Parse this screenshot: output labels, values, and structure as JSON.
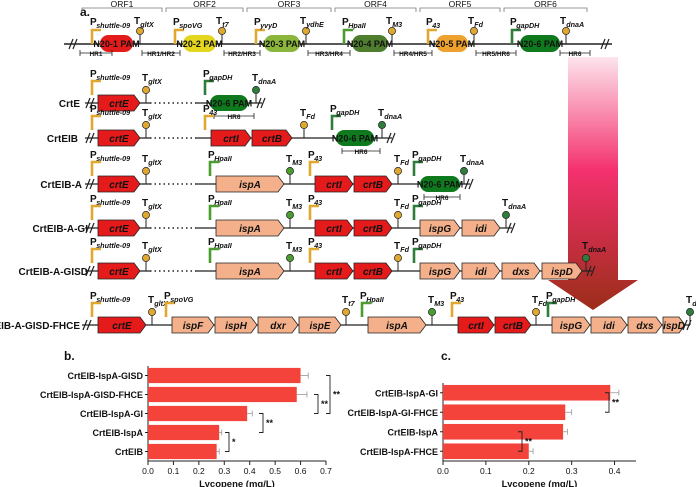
{
  "panel_a": {
    "label": "a.",
    "orfs": [
      "ORF1",
      "ORF2",
      "ORF3",
      "ORF4",
      "ORF5",
      "ORF6"
    ],
    "top_promoters": [
      "P",
      "P",
      "P",
      "P",
      "P",
      "P"
    ],
    "top_promoter_subs": [
      "shuttle-09",
      "spoVG",
      "yvyD",
      "HpaII",
      "43",
      "gapDH"
    ],
    "top_terminators": [
      "T",
      "T",
      "T",
      "T",
      "T",
      "T"
    ],
    "top_terminator_subs": [
      "gltX",
      "t7",
      "ydhE",
      "M3",
      "Fd",
      "dnaA"
    ],
    "top_pams": [
      "N20-1 PAM",
      "N20-2 PAM",
      "N20-3 PAM",
      "N20-4 PAM",
      "N20-5 PAM",
      "N20-6 PAM"
    ],
    "top_hrs": [
      "HR1",
      "HR1/HR2",
      "HR2/HR3",
      "HR3/HR4",
      "HR4/HR5",
      "HR5/HR6",
      "HR6"
    ],
    "constructs": [
      {
        "name": "CrtE"
      },
      {
        "name": "CrtEIB"
      },
      {
        "name": "CrtEIB-A"
      },
      {
        "name": "CrtEIB-A-GI"
      },
      {
        "name": "CrtEIB-A-GISD"
      },
      {
        "name": "CrtEIB-A-GISD-FHCE"
      }
    ],
    "genes": {
      "crtE": "crtE",
      "crtI": "crtI",
      "crtB": "crtB",
      "ispA": "ispA",
      "ispG": "ispG",
      "idi": "idi",
      "dxs": "dxs",
      "ispD": "ispD",
      "ispF": "ispF",
      "ispH": "ispH",
      "dxr": "dxr",
      "ispE": "ispE"
    },
    "promoter_letter": "P",
    "terminator_letter": "T",
    "subs": {
      "shuttle": "shuttle-09",
      "gltX": "gltX",
      "gapDH": "gapDH",
      "dnaA": "dnaA",
      "p43": "43",
      "Fd": "Fd",
      "HpaII": "HpaII",
      "M3": "M3",
      "spoVG": "spoVG",
      "t7": "t7"
    },
    "n20_6": "N20-6 PAM",
    "hr6": "HR6"
  },
  "panel_b": {
    "label": "b.",
    "xlabel": "Lycopene (mg/L)",
    "ticks": [
      "0.0",
      "0.1",
      "0.2",
      "0.3",
      "0.4",
      "0.5",
      "0.6",
      "0.7"
    ],
    "significance": [
      "**",
      "**",
      "**",
      "*"
    ]
  },
  "panel_c": {
    "label": "c.",
    "xlabel": "Lycopene (mg/L)",
    "ticks": [
      "0.0",
      "0.1",
      "0.2",
      "0.3",
      "0.4"
    ],
    "significance": [
      "**",
      "**"
    ]
  },
  "chart_data": [
    {
      "type": "bar",
      "orientation": "horizontal",
      "categories": [
        "CrtEIB-IspA-GISD",
        "CrtEIB-IspA-GISD-FHCE",
        "CrtEIB-IspA-GI",
        "CrtEIB-IspA",
        "CrtEIB"
      ],
      "values": [
        0.6,
        0.585,
        0.39,
        0.28,
        0.27
      ],
      "errors": [
        0.03,
        0.04,
        0.02,
        0.01,
        0.01
      ],
      "xlabel": "Lycopene (mg/L)",
      "xlim": [
        0,
        0.7
      ],
      "color": "#f4433a"
    },
    {
      "type": "bar",
      "orientation": "horizontal",
      "categories": [
        "CrtEIB-IspA-GI",
        "CrtEIB-IspA-GI-FHCE",
        "CrtEIB-IspA",
        "CrtEIB-IspA-FHCE"
      ],
      "values": [
        0.39,
        0.285,
        0.28,
        0.2
      ],
      "errors": [
        0.02,
        0.015,
        0.01,
        0.01
      ],
      "xlabel": "Lycopene (mg/L)",
      "xlim": [
        0,
        0.45
      ],
      "color": "#f4433a"
    }
  ]
}
